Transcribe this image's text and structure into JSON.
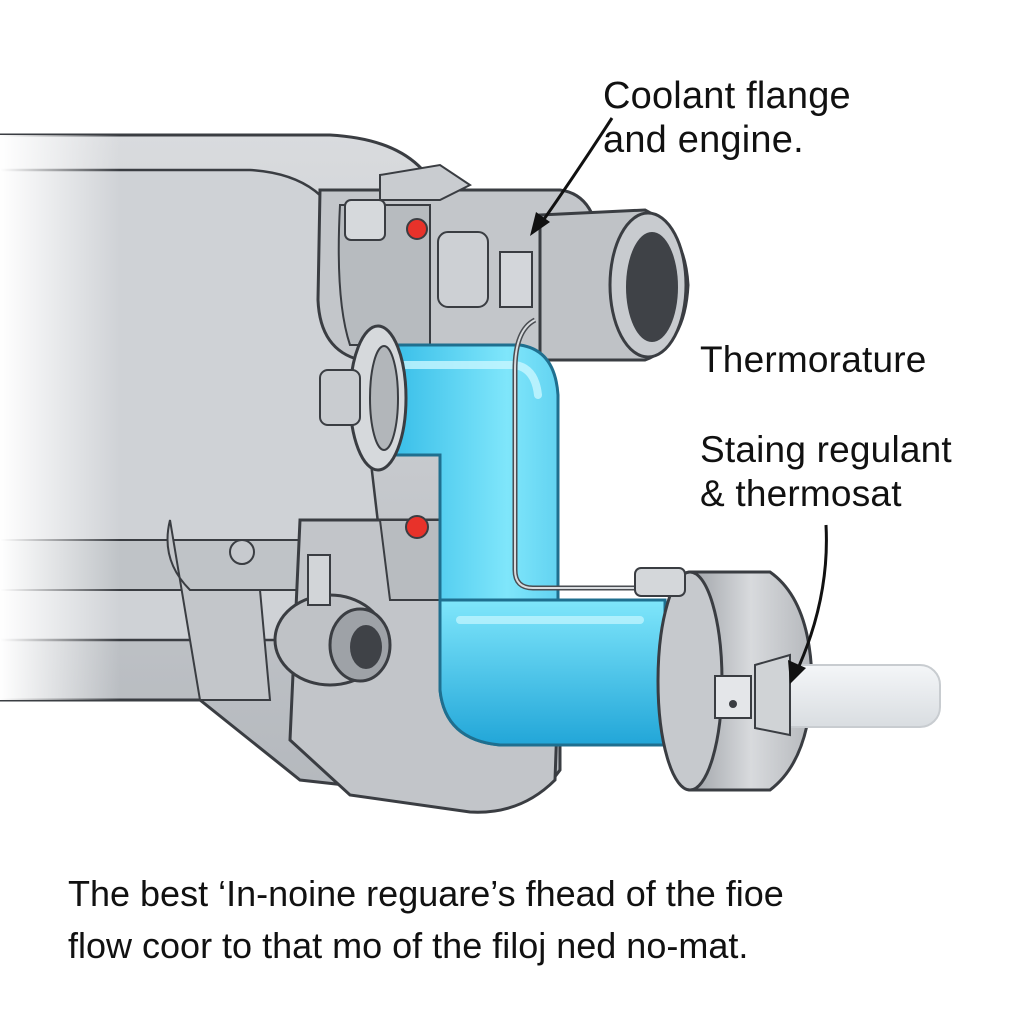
{
  "labels": {
    "coolant_flange": [
      "Coolant flange",
      "and engine."
    ],
    "thermorature": "Thermorature",
    "staing_regulant": [
      "Staing regulant",
      "& thermosat"
    ]
  },
  "caption": [
    "The best ‘In-noine reguare’s fhead of the fioe",
    "flow coor to that mo of the filoj ned no-mat."
  ],
  "colors": {
    "engine_body": "#c9ccd0",
    "outline": "#3a3d42",
    "coolant_pipe": "#4fd4f0",
    "indicator_red": "#e8322a",
    "background": "#ffffff"
  }
}
